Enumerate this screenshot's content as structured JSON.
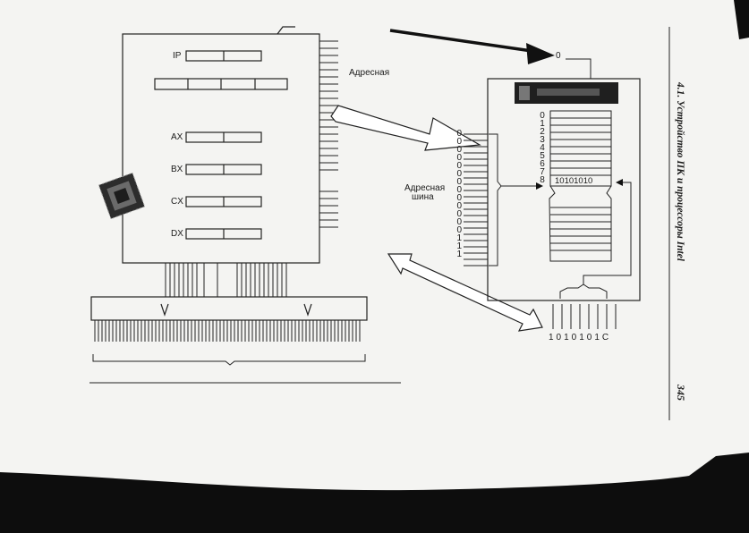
{
  "labels": {
    "address_bus_top": "Адресная",
    "address_bus_left_line1": "Адресная",
    "address_bus_left_line2": "шина",
    "arrow_target_zero": "0"
  },
  "registers": [
    "IP",
    "AX",
    "BX",
    "CX",
    "DX"
  ],
  "memory": {
    "indices": [
      "0",
      "1",
      "2",
      "3",
      "4",
      "5",
      "6",
      "7",
      "8"
    ],
    "stored_value": "10101010",
    "output_bits": "1010101С"
  },
  "address_bits": [
    "0",
    "0",
    "0",
    "0",
    "0",
    "0",
    "0",
    "0",
    "0",
    "0",
    "0",
    "0",
    "0",
    "1",
    "1",
    "1"
  ],
  "running_header": {
    "section_title": "4.1. Устройство ПК  и процессоры Intel",
    "page_number": "345"
  }
}
